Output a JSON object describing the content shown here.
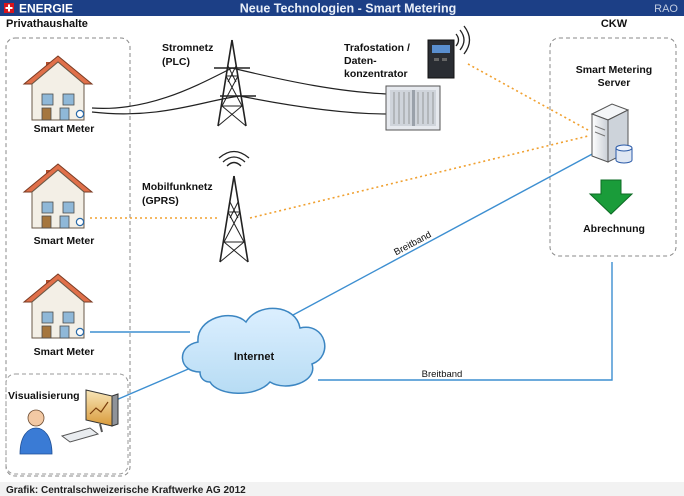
{
  "header": {
    "badge_label": "ENERGIE",
    "title": "Neue Technologien - Smart Metering",
    "corner_tag": "RAO"
  },
  "households": {
    "group_label": "Privathaushalte",
    "meter_labels": [
      "Smart Meter",
      "Smart Meter",
      "Smart Meter"
    ],
    "visualization_label": "Visualisierung"
  },
  "network": {
    "power_grid_label_1": "Stromnetz",
    "power_grid_label_2": "(PLC)",
    "mobile_label_1": "Mobilfunknetz",
    "mobile_label_2": "(GPRS)",
    "substation_label_1": "Trafostation /",
    "substation_label_2": "Daten-",
    "substation_label_3": "konzentrator",
    "internet_label": "Internet",
    "broadband_upper": "Breitband",
    "broadband_lower": "Breitband"
  },
  "utility": {
    "group_label": "CKW",
    "server_label_1": "Smart Metering",
    "server_label_2": "Server",
    "billing_label": "Abrechnung"
  },
  "footer": {
    "credit": "Grafik: Centralschweizerische Kraftwerke AG 2012"
  },
  "colors": {
    "header_bg": "#1c3f86",
    "badge_red": "#d8141c",
    "house_roof": "#e0704a",
    "house_wall": "#f3efe6",
    "cloud_fill": "#c9e5f6",
    "cloud_stroke": "#3c86c2",
    "blue_line": "#3d8fd1",
    "orange_dotted": "#f0a030",
    "arrow_green": "#1a9c3a",
    "footer_bg": "#f2f2f2"
  }
}
